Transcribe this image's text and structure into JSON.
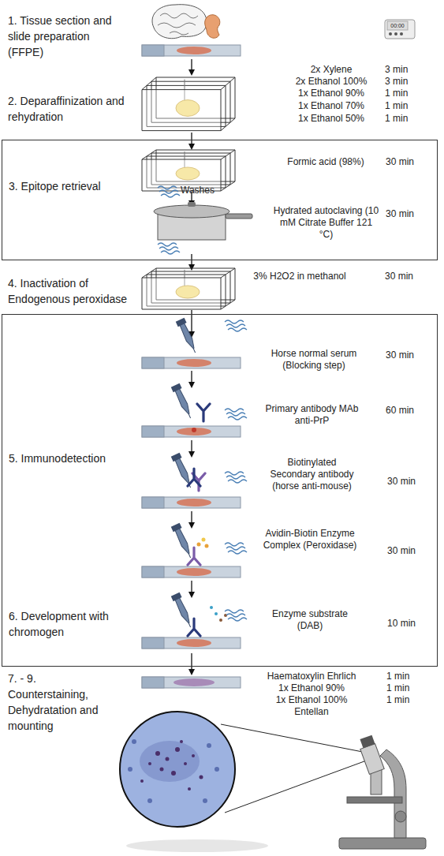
{
  "diagram": {
    "nodes": [
      {
        "text": [
          "3. Epitope retrieval",
          "Formic acid (98%)",
          "30 min",
          "Washes",
          "Hydrated autoclaving (10 mM Citrate Buffer 121 °C)",
          "30 min"
        ]
      },
      {
        "text": [
          "5. Immunodetection",
          "Horse normal serum (Blocking step)",
          "30 min",
          "Primary antibody MAb anti-PrP",
          "60 min",
          "Biotinylated Secondary antibody (horse anti-mouse)",
          "30 min",
          "Avidin-Biotin Enzyme Complex (Peroxidase)",
          "30 min",
          "6. Development with chromogen",
          "Enzyme substrate (DAB)",
          "10 min"
        ]
      }
    ],
    "labels": [
      "1. Tissue section and slide preparation (FFPE)",
      "00:00",
      "2x Xylene",
      "3 min",
      "2. Deparaffinization and rehydration",
      "2x Ethanol 100%",
      "3 min",
      "1x Ethanol 90%",
      "1 min",
      "1x Ethanol 70%",
      "1 min",
      "1x Ethanol 50%",
      "1 min",
      "4. Inactivation of Endogenous peroxidase",
      "3% H2O2 in methanol",
      "30 min",
      "7. - 9. Counterstaining, Dehydratation and mounting",
      "Haematoxylin Ehrlich",
      "1 min",
      "1x Ethanol 90%",
      "1 min",
      "1x Ethanol 100%",
      "1 min",
      "Entellan"
    ]
  }
}
